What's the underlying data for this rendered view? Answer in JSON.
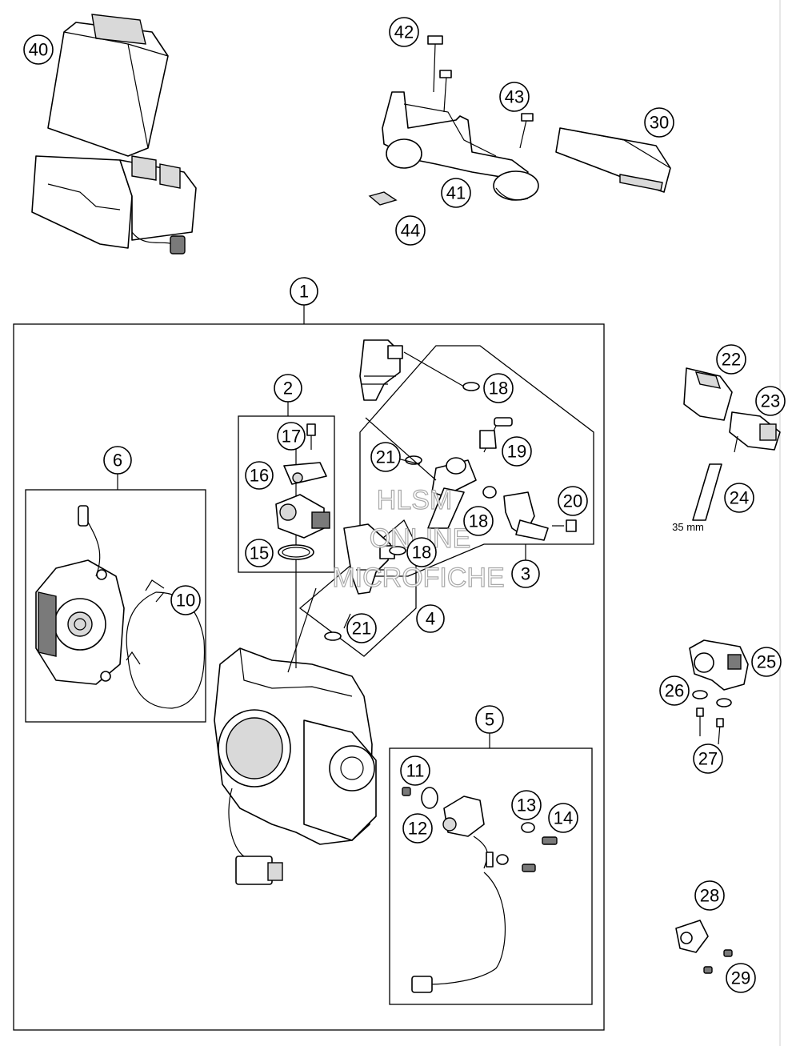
{
  "callouts": {
    "c40": "40",
    "c42": "42",
    "c43": "43",
    "c30": "30",
    "c41": "41",
    "c44": "44",
    "c1": "1",
    "c2": "2",
    "c17": "17",
    "c16": "16",
    "c15": "15",
    "c18a": "18",
    "c18b": "18",
    "c18c": "18",
    "c19": "19",
    "c20": "20",
    "c21a": "21",
    "c21b": "21",
    "c3": "3",
    "c4": "4",
    "c6": "6",
    "c10": "10",
    "c5": "5",
    "c11": "11",
    "c12": "12",
    "c13": "13",
    "c14": "14",
    "c22": "22",
    "c23": "23",
    "c24": "24",
    "c25": "25",
    "c26": "26",
    "c27": "27",
    "c28": "28",
    "c29": "29"
  },
  "dimension_label": "35 mm",
  "watermark": {
    "line1": "HLSM",
    "line2": "ONLINE",
    "line3": "MICROFICHE"
  }
}
